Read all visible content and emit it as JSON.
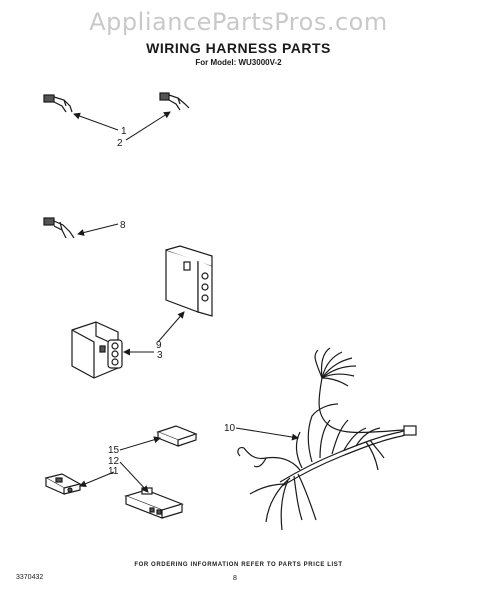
{
  "watermark": "AppliancePartsPros.com",
  "title": "WIRING HARNESS PARTS",
  "subtitle": "For Model: WU3000V-2",
  "callouts": {
    "c1": "1",
    "c2": "2",
    "c8": "8",
    "c9": "9",
    "c3": "3",
    "c10": "10",
    "c15": "15",
    "c12": "12",
    "c11": "11"
  },
  "footer": {
    "note": "FOR ORDERING INFORMATION REFER TO PARTS PRICE LIST",
    "code": "3370432",
    "page": "8"
  }
}
